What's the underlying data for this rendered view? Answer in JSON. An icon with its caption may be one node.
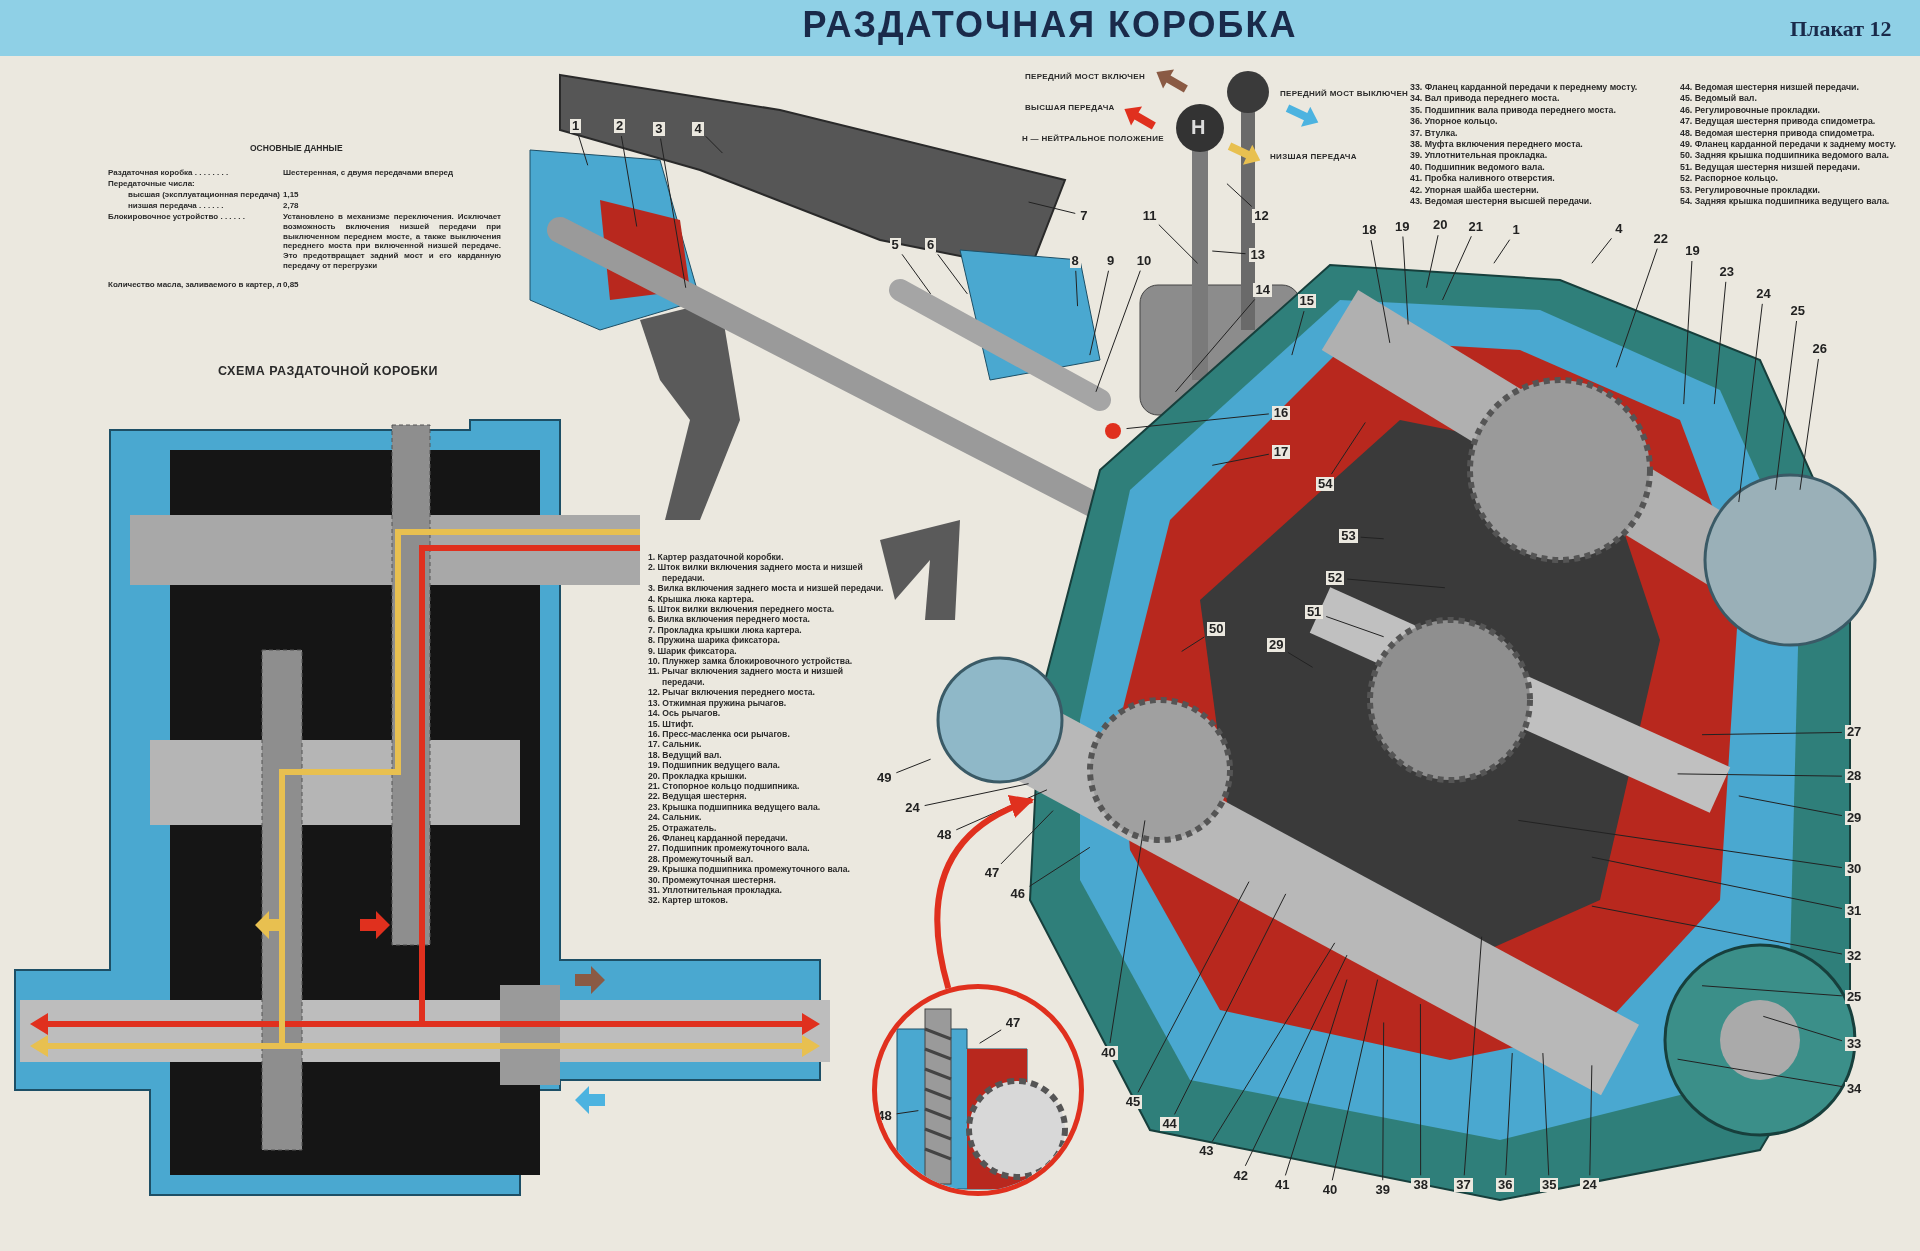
{
  "diagram": {
    "title": "РАЗДАТОЧНАЯ КОРОБКА",
    "nodes": [
      {
        "text": [
          "1"
        ]
      },
      {
        "text": [
          "2"
        ]
      },
      {
        "text": [
          "3"
        ]
      },
      {
        "text": [
          "4"
        ]
      },
      {
        "text": [
          "5"
        ]
      },
      {
        "text": [
          "6"
        ]
      },
      {
        "text": [
          "7"
        ]
      },
      {
        "text": [
          "8"
        ]
      },
      {
        "text": [
          "9"
        ]
      },
      {
        "text": [
          "10"
        ]
      },
      {
        "text": [
          "11"
        ]
      },
      {
        "text": [
          "12"
        ]
      },
      {
        "text": [
          "13"
        ]
      },
      {
        "text": [
          "14"
        ]
      },
      {
        "text": [
          "15"
        ]
      },
      {
        "text": [
          "16"
        ]
      },
      {
        "text": [
          "17"
        ]
      },
      {
        "text": [
          "18"
        ]
      },
      {
        "text": [
          "19"
        ]
      },
      {
        "text": [
          "20"
        ]
      },
      {
        "text": [
          "21"
        ]
      },
      {
        "text": [
          "1"
        ]
      },
      {
        "text": [
          "4"
        ]
      },
      {
        "text": [
          "22"
        ]
      },
      {
        "text": [
          "19"
        ]
      },
      {
        "text": [
          "23"
        ]
      },
      {
        "text": [
          "24"
        ]
      },
      {
        "text": [
          "25"
        ]
      },
      {
        "text": [
          "26"
        ]
      },
      {
        "text": [
          "54"
        ]
      },
      {
        "text": [
          "53"
        ]
      },
      {
        "text": [
          "52"
        ]
      },
      {
        "text": [
          "51"
        ]
      },
      {
        "text": [
          "50"
        ]
      },
      {
        "text": [
          "29"
        ]
      },
      {
        "text": [
          "27"
        ]
      },
      {
        "text": [
          "28"
        ]
      },
      {
        "text": [
          "29"
        ]
      },
      {
        "text": [
          "30"
        ]
      },
      {
        "text": [
          "31"
        ]
      },
      {
        "text": [
          "32"
        ]
      },
      {
        "text": [
          "25"
        ]
      },
      {
        "text": [
          "33"
        ]
      },
      {
        "text": [
          "34"
        ]
      },
      {
        "text": [
          "49"
        ]
      },
      {
        "text": [
          "24"
        ]
      },
      {
        "text": [
          "48"
        ]
      },
      {
        "text": [
          "47"
        ]
      },
      {
        "text": [
          "46"
        ]
      },
      {
        "text": [
          "40"
        ]
      },
      {
        "text": [
          "45"
        ]
      },
      {
        "text": [
          "44"
        ]
      },
      {
        "text": [
          "43"
        ]
      },
      {
        "text": [
          "42"
        ]
      },
      {
        "text": [
          "41"
        ]
      },
      {
        "text": [
          "40"
        ]
      },
      {
        "text": [
          "39"
        ]
      },
      {
        "text": [
          "38"
        ]
      },
      {
        "text": [
          "37"
        ]
      },
      {
        "text": [
          "36"
        ]
      },
      {
        "text": [
          "35"
        ]
      },
      {
        "text": [
          "24"
        ]
      },
      {
        "text": [],
        "shape": "circle"
      },
      {
        "text": [
          "47"
        ],
        "in": 62
      },
      {
        "text": [
          "48"
        ],
        "in": 62
      }
    ],
    "edges": [
      {
        "from": 0,
        "to": null,
        "arrow": "none"
      },
      {
        "from": 1,
        "to": null,
        "arrow": "none"
      },
      {
        "from": 2,
        "to": null,
        "arrow": "none"
      },
      {
        "from": 3,
        "to": null,
        "arrow": "none"
      },
      {
        "from": 4,
        "to": null,
        "arrow": "none"
      },
      {
        "from": 5,
        "to": null,
        "arrow": "none"
      },
      {
        "from": 6,
        "to": null,
        "arrow": "none"
      },
      {
        "from": 7,
        "to": null,
        "arrow": "none"
      },
      {
        "from": 8,
        "to": null,
        "arrow": "none"
      },
      {
        "from": 9,
        "to": null,
        "arrow": "none"
      },
      {
        "from": 10,
        "to": null,
        "arrow": "none"
      },
      {
        "from": 11,
        "to": null,
        "arrow": "none"
      },
      {
        "from": 12,
        "to": null,
        "arrow": "none"
      },
      {
        "from": 13,
        "to": null,
        "arrow": "none"
      },
      {
        "from": 14,
        "to": null,
        "arrow": "none"
      },
      {
        "from": 15,
        "to": null,
        "arrow": "none"
      },
      {
        "from": 16,
        "to": null,
        "arrow": "none"
      },
      {
        "from": 17,
        "to": null,
        "arrow": "none"
      },
      {
        "from": 18,
        "to": null,
        "arrow": "none"
      },
      {
        "from": 19,
        "to": null,
        "arrow": "none"
      },
      {
        "from": 20,
        "to": null,
        "arrow": "none"
      },
      {
        "from": 21,
        "to": null,
        "arrow": "none"
      },
      {
        "from": 22,
        "to": null,
        "arrow": "none"
      },
      {
        "from": 23,
        "to": null,
        "arrow": "none"
      },
      {
        "from": 24,
        "to": null,
        "arrow": "none"
      },
      {
        "from": 25,
        "to": null,
        "arrow": "none"
      },
      {
        "from": 26,
        "to": null,
        "arrow": "none"
      },
      {
        "from": 27,
        "to": null,
        "arrow": "none"
      },
      {
        "from": 28,
        "to": null,
        "arrow": "none"
      },
      {
        "from": 29,
        "to": null,
        "arrow": "none"
      },
      {
        "from": 30,
        "to": null,
        "arrow": "none"
      },
      {
        "from": 31,
        "to": null,
        "arrow": "none"
      },
      {
        "from": 32,
        "to": null,
        "arrow": "none"
      },
      {
        "from": 33,
        "to": null,
        "arrow": "none"
      },
      {
        "from": 34,
        "to": null,
        "arrow": "none"
      },
      {
        "from": 35,
        "to": null,
        "arrow": "none"
      },
      {
        "from": 36,
        "to": null,
        "arrow": "none"
      },
      {
        "from": 37,
        "to": null,
        "arrow": "none"
      },
      {
        "from": 38,
        "to": null,
        "arrow": "none"
      },
      {
        "from": 39,
        "to": null,
        "arrow": "none"
      },
      {
        "from": 40,
        "to": null,
        "arrow": "none"
      },
      {
        "from": 41,
        "to": null,
        "arrow": "none"
      },
      {
        "from": 42,
        "to": null,
        "arrow": "none"
      },
      {
        "from": 43,
        "to": null,
        "arrow": "none"
      },
      {
        "from": 44,
        "to": null,
        "arrow": "none"
      },
      {
        "from": 45,
        "to": null,
        "arrow": "none"
      },
      {
        "from": 46,
        "to": null,
        "arrow": "none"
      },
      {
        "from": 47,
        "to": null,
        "arrow": "none"
      },
      {
        "from": 48,
        "to": null,
        "arrow": "none"
      },
      {
        "from": 49,
        "to": null,
        "arrow": "none"
      },
      {
        "from": 50,
        "to": null,
        "arrow": "none"
      },
      {
        "from": 51,
        "to": null,
        "arrow": "none"
      },
      {
        "from": 52,
        "to": null,
        "arrow": "none"
      },
      {
        "from": 53,
        "to": null,
        "arrow": "none"
      },
      {
        "from": 54,
        "to": null,
        "arrow": "none"
      },
      {
        "from": 55,
        "to": null,
        "arrow": "none"
      },
      {
        "from": 56,
        "to": null,
        "arrow": "none"
      },
      {
        "from": 57,
        "to": null,
        "arrow": "none"
      },
      {
        "from": 58,
        "to": null,
        "arrow": "none"
      },
      {
        "from": 59,
        "to": null,
        "arrow": "none"
      },
      {
        "from": 60,
        "to": null,
        "arrow": "none"
      },
      {
        "from": 61,
        "to": null,
        "arrow": "none"
      },
      {
        "from": 62,
        "to": null,
        "arrow": "to",
        "style": "thick",
        "color": "#e0301e"
      },
      {
        "from": 63,
        "to": null,
        "arrow": "none"
      },
      {
        "from": 64,
        "to": null,
        "arrow": "none"
      }
    ],
    "labels": [
      "Плакат 12",
      "ОСНОВНЫЕ ДАННЫЕ",
      "Раздаточная коробка . . . . . . . .",
      "Шестеренная, с двумя передачами вперед",
      "Передаточные числа:",
      "высшая (эксплуатационная передача)",
      "1,15",
      "низшая передача . . . . . .",
      "2,78",
      "Блокировочное устройство . . . . . .",
      "Установлено в механизме переключения. Исключает возможность включения низшей передачи при выключенном переднем мосте, а также выключения переднего моста при включенной низшей передаче. Это предотвращает задний мост и его карданную передачу от перегрузки",
      "Количество масла, заливаемого в картер, л",
      "0,85",
      "Н — НЕЙТРАЛЬНОЕ ПОЛОЖЕНИЕ",
      "Н",
      "СХЕМА РАЗДАТОЧНОЙ КОРОБКИ",
      "1. Картер раздаточной коробки.",
      "2. Шток вилки включения заднего моста и низшей передачи.",
      "3. Вилка включения заднего моста и низшей передачи.",
      "4. Крышка люка картера.",
      "5. Шток вилки включения переднего моста.",
      "6. Вилка включения переднего моста.",
      "7. Прокладка крышки люка картера.",
      "8. Пружина шарика фиксатора.",
      "9. Шарик фиксатора.",
      "10. Плунжер замка блокировочного устройства.",
      "11. Рычаг включения заднего моста и низшей передачи.",
      "12. Рычаг включения переднего моста.",
      "13. Отжимная пружина рычагов.",
      "14. Ось рычагов.",
      "15. Штифт.",
      "16. Пресс-масленка оси рычагов.",
      "17. Сальник.",
      "18. Ведущий вал.",
      "19. Подшипник ведущего вала.",
      "20. Прокладка крышки.",
      "21. Стопорное кольцо подшипника.",
      "22. Ведущая шестерня.",
      "23. Крышка подшипника ведущего вала.",
      "24. Сальник.",
      "25. Отражатель.",
      "26. Фланец карданной передачи.",
      "27. Подшипник промежуточного вала.",
      "28. Промежуточный вал.",
      "29. Крышка подшипника промежуточного вала.",
      "30. Промежуточная шестерня.",
      "31. Уплотнительная прокладка.",
      "32. Картер штоков.",
      "33. Фланец карданной передачи к переднему мосту.",
      "34. Вал привода переднего моста.",
      "35. Подшипник вала привода переднего моста.",
      "36. Упорное кольцо.",
      "37. Втулка.",
      "38. Муфта включения переднего моста.",
      "39. Уплотнительная прокладка.",
      "40. Подшипник ведомого вала.",
      "41. Пробка наливного отверстия.",
      "42. Упорная шайба шестерни.",
      "43. Ведомая шестерня высшей передачи.",
      "44. Ведомая шестерня низшей передачи.",
      "45. Ведомый вал.",
      "46. Регулировочные прокладки.",
      "47. Ведущая шестерня привода спидометра.",
      "48. Ведомая шестерня привода спидометра.",
      "49. Фланец карданной передачи к заднему мосту.",
      "50. Задняя крышка подшипника ведомого вала.",
      "51. Ведущая шестерня низшей передачи.",
      "52. Распорное кольцо.",
      "53. Регулировочные прокладки.",
      "54. Задняя крышка подшипника ведущего вала."
    ],
    "legend": [
      {
        "text": "ПЕРЕДНИЙ МОСТ ВКЛЮЧЕН",
        "color": "#8a5a44"
      },
      {
        "text": "ПЕРЕДНИЙ МОСТ ВЫКЛЮЧЕН",
        "color": "#4cb3e0"
      },
      {
        "text": "ВЫСШАЯ ПЕРЕДАЧА",
        "color": "#e0301e"
      },
      {
        "text": "НИЗШАЯ ПЕРЕДАЧА",
        "color": "#e8c050"
      }
    ]
  }
}
